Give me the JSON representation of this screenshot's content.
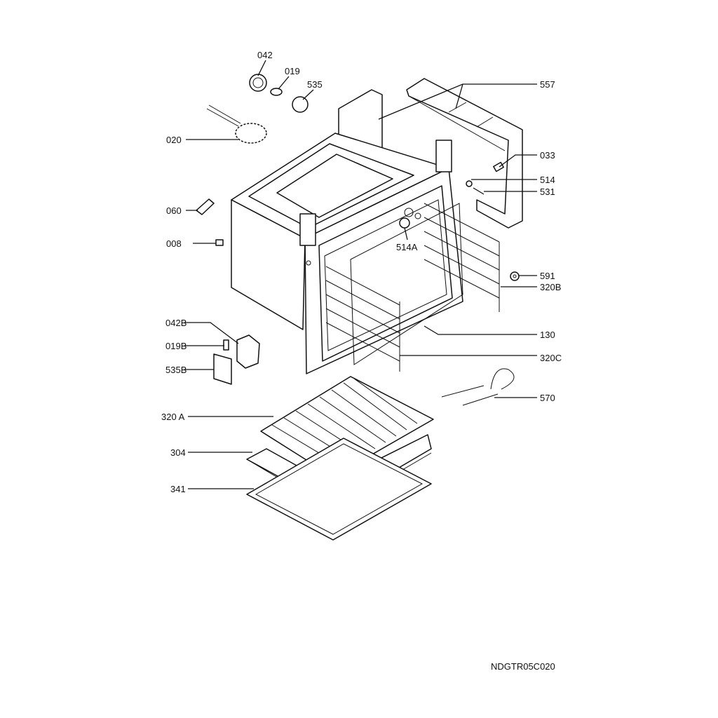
{
  "diagram": {
    "reference_code": "NDGTR05C020",
    "labels": {
      "p042": "042",
      "p019": "019",
      "p535": "535",
      "p557": "557",
      "p020": "020",
      "p033": "033",
      "p514": "514",
      "p531": "531",
      "p060": "060",
      "p008": "008",
      "p514A": "514A",
      "p591": "591",
      "p320B": "320B",
      "p042B": "042B",
      "p130": "130",
      "p019B": "019B",
      "p320C": "320C",
      "p535B": "535B",
      "p570": "570",
      "p320A": "320 A",
      "p304": "304",
      "p341": "341"
    }
  }
}
